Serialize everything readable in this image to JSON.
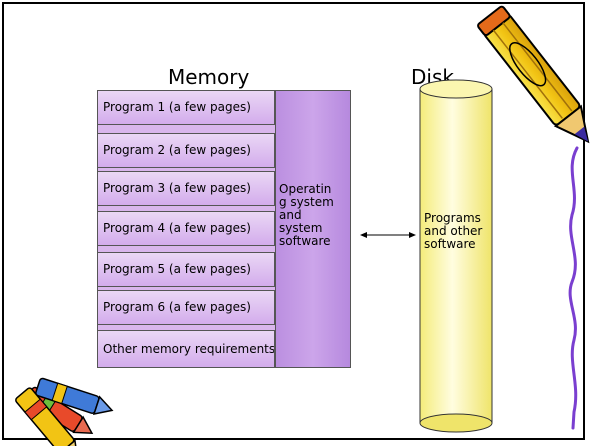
{
  "diagram": {
    "memory_title": "Memory",
    "disk_title": "Disk",
    "programs": [
      "Program 1 (a few pages)",
      "Program 2 (a few pages)",
      "Program 3 (a few pages)",
      "Program 4 (a few pages)",
      "Program 5 (a few pages)",
      "Program 6 (a few pages)",
      "Other memory requirements"
    ],
    "os_lines": [
      "Operatin",
      "g system",
      "and",
      "system",
      "software"
    ],
    "disk_lines": [
      "Programs",
      "and other",
      "software"
    ]
  },
  "colors": {
    "memory_fill": "#d9b6ec",
    "os_column": "#bb8fe0",
    "disk_fill": "#fdfbb0",
    "pencil_body": "#f2d21a",
    "squiggle": "#7a3fd0"
  },
  "decorations": {
    "clipart_right": "pencil-icon",
    "clipart_bottom_left": "crayons-icon",
    "right_edge": "squiggle-line"
  }
}
